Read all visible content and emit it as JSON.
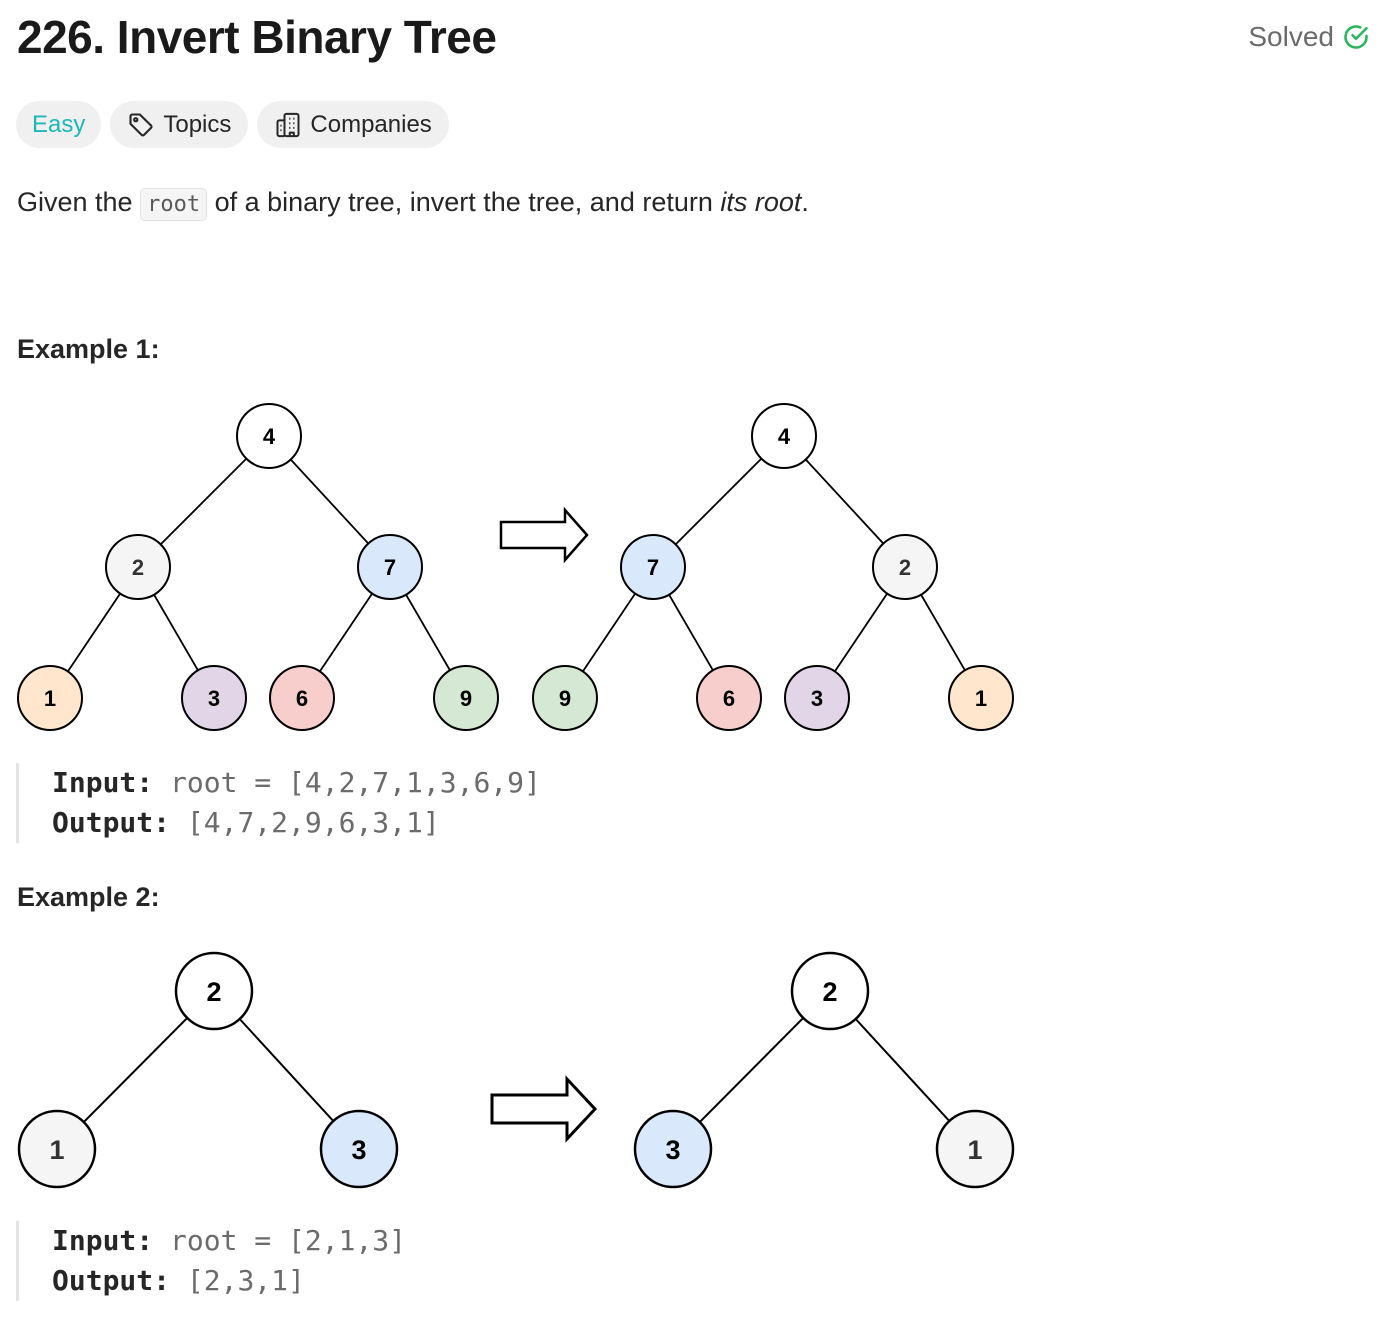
{
  "problem": {
    "title": "226. Invert Binary Tree",
    "status": "Solved"
  },
  "tags": {
    "difficulty": "Easy",
    "topics": "Topics",
    "companies": "Companies"
  },
  "description": {
    "before": "Given the",
    "code": "root",
    "middle": "of a binary tree, invert the tree, and return",
    "emphasis": "its root",
    "end": "."
  },
  "examples": [
    {
      "title": "Example 1:",
      "input_label": "Input:",
      "input_value": "root = [4,2,7,1,3,6,9]",
      "output_label": "Output:",
      "output_value": "[4,7,2,9,6,3,1]",
      "tree_before": [
        "4",
        "2",
        "7",
        "1",
        "3",
        "6",
        "9"
      ],
      "tree_after": [
        "4",
        "7",
        "2",
        "9",
        "6",
        "3",
        "1"
      ]
    },
    {
      "title": "Example 2:",
      "input_label": "Input:",
      "input_value": "root = [2,1,3]",
      "output_label": "Output:",
      "output_value": "[2,3,1]",
      "tree_before": [
        "2",
        "1",
        "3"
      ],
      "tree_after": [
        "2",
        "3",
        "1"
      ]
    }
  ],
  "colors": {
    "easy": "#1cb8b8",
    "solved_check": "#2db55d",
    "node_white": "#ffffff",
    "node_gray": "#f5f5f5",
    "node_blue": "#dae8fc",
    "node_orange": "#ffe6cc",
    "node_purple": "#e1d5e7",
    "node_red": "#f8cecc",
    "node_green": "#d5e8d4"
  }
}
